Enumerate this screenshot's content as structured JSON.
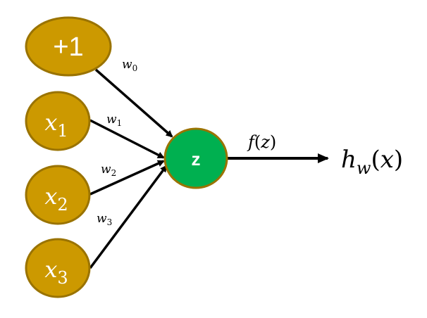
{
  "colors": {
    "input_fill": "#CC9900",
    "input_stroke": "#9A7300",
    "neuron_fill": "#00B050",
    "neuron_stroke": "#9A7300",
    "edge": "#000000",
    "text_on_node": "#FFFFFF"
  },
  "nodes": {
    "bias": {
      "label": "+1"
    },
    "x1": {
      "var": "x",
      "sub": "1"
    },
    "x2": {
      "var": "x",
      "sub": "2"
    },
    "x3": {
      "var": "x",
      "sub": "3"
    },
    "neuron": {
      "label": "z"
    }
  },
  "weights": [
    {
      "var": "w",
      "sub": "0"
    },
    {
      "var": "w",
      "sub": "1"
    },
    {
      "var": "w",
      "sub": "2"
    },
    {
      "var": "w",
      "sub": "3"
    }
  ],
  "activation": {
    "func": "f",
    "open": "(",
    "arg": "z",
    "close": ")"
  },
  "output": {
    "var": "h",
    "sub": "w",
    "open": "(",
    "arg": "x",
    "close": ")"
  }
}
